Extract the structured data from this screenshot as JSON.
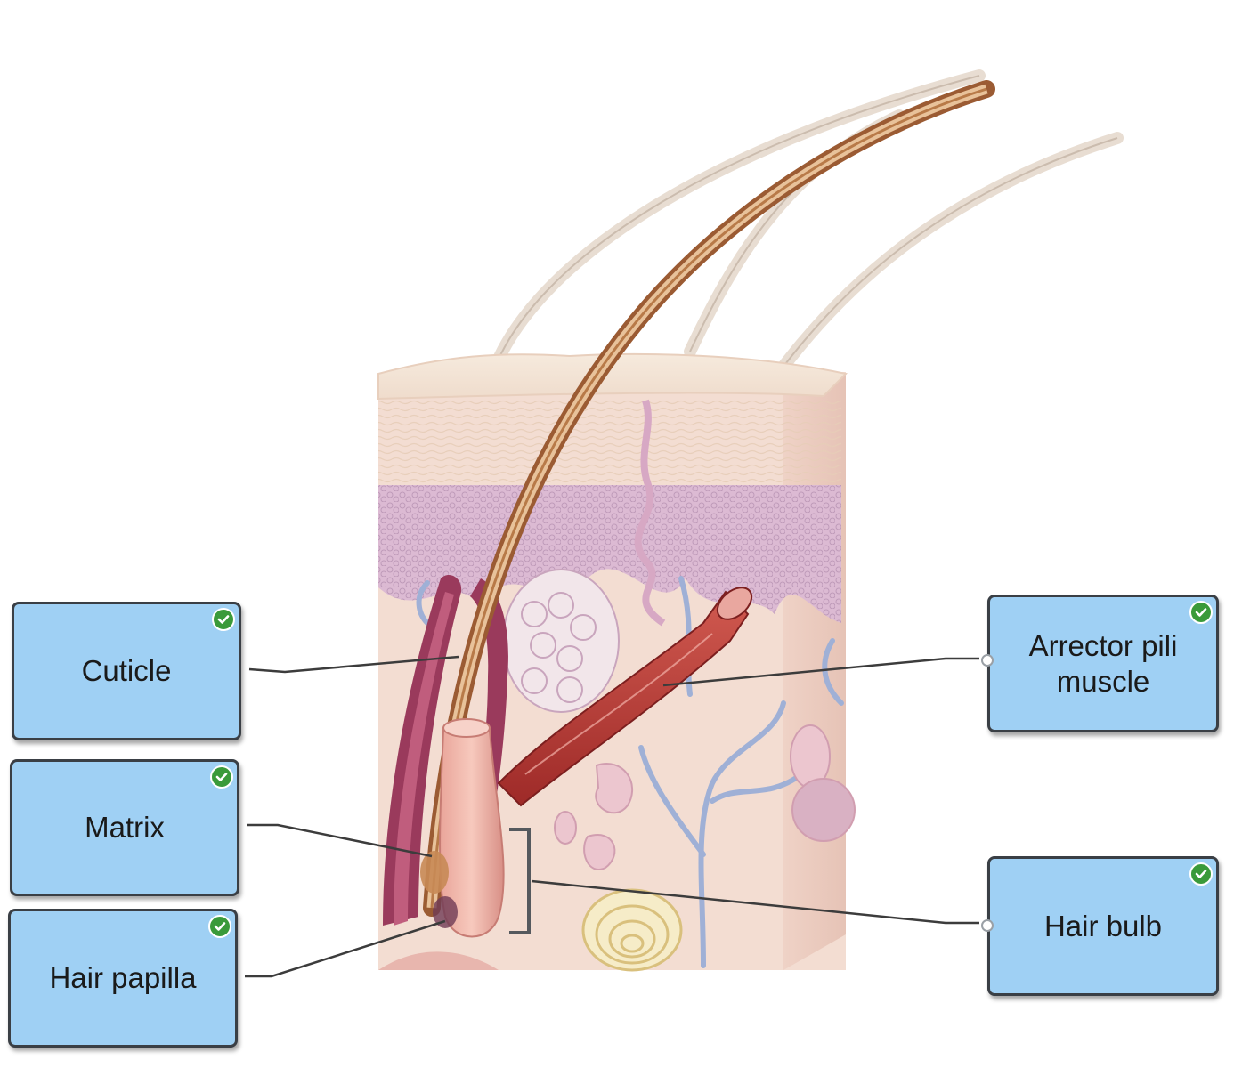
{
  "labels": {
    "cuticle": "Cuticle",
    "matrix": "Matrix",
    "hair_papilla": "Hair papilla",
    "arrector_pili": "Arrector pili\nmuscle",
    "hair_bulb": "Hair bulb"
  },
  "status": {
    "cuticle": "correct",
    "matrix": "correct",
    "hair_papilla": "correct",
    "arrector_pili": "correct",
    "hair_bulb": "correct"
  },
  "icons": {
    "check": "check-icon"
  },
  "colors": {
    "label_fill": "#9fd0f4",
    "label_border": "#3a3f45",
    "check_green": "#3a9a3a",
    "leader_line": "#3c3c3c",
    "muscle": "#b83a36",
    "skin_surface": "#f1dcc9",
    "epidermis": "#d7b6cf"
  }
}
